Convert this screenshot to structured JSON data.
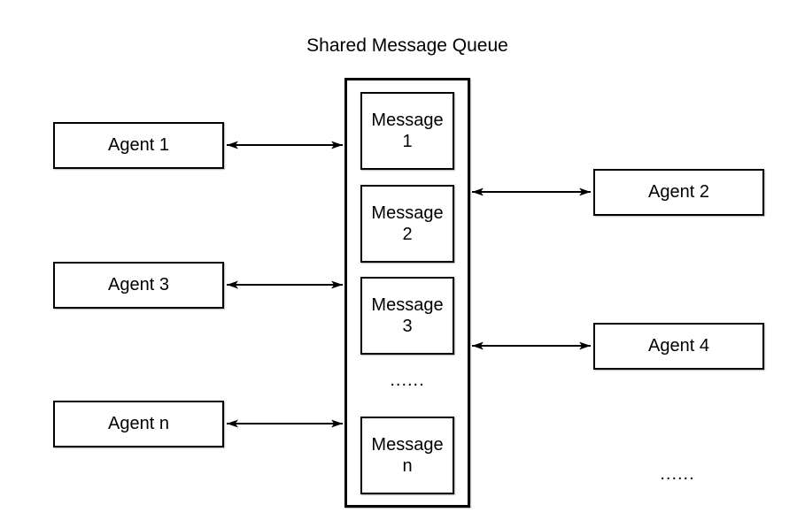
{
  "title": "Shared Message Queue",
  "queue": {
    "messages": [
      {
        "line1": "Message",
        "line2": "1"
      },
      {
        "line1": "Message",
        "line2": "2"
      },
      {
        "line1": "Message",
        "line2": "3"
      },
      {
        "line1": "Message",
        "line2": "n"
      }
    ],
    "ellipsis": "......"
  },
  "agents": [
    {
      "label": "Agent 1",
      "side": "left"
    },
    {
      "label": "Agent 2",
      "side": "right"
    },
    {
      "label": "Agent 3",
      "side": "left"
    },
    {
      "label": "Agent 4",
      "side": "right"
    },
    {
      "label": "Agent n",
      "side": "left"
    }
  ],
  "agents_ellipsis": "......",
  "connections": [
    {
      "from": "Agent 1",
      "to": "Shared Message Queue",
      "bidirectional": true
    },
    {
      "from": "Agent 2",
      "to": "Shared Message Queue",
      "bidirectional": true
    },
    {
      "from": "Agent 3",
      "to": "Shared Message Queue",
      "bidirectional": true
    },
    {
      "from": "Agent 4",
      "to": "Shared Message Queue",
      "bidirectional": true
    },
    {
      "from": "Agent n",
      "to": "Shared Message Queue",
      "bidirectional": true
    }
  ],
  "colors": {
    "stroke": "#000000",
    "text": "#000000",
    "background": "#ffffff"
  }
}
